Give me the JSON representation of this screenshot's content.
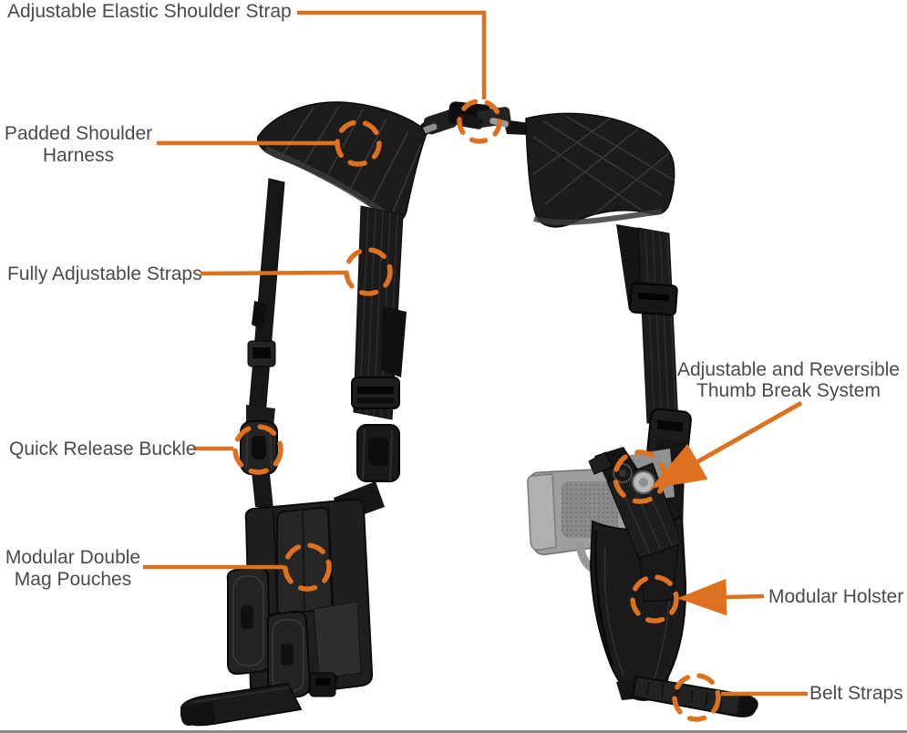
{
  "image": {
    "background": "#ffffff",
    "accent_color": "#de711f",
    "label_text_color": "#4a4a4a",
    "bottom_edge_color": "#8c8c8c",
    "product_colors": {
      "fabric_black": "#1b1b1b",
      "hardware_gray": "#8f8f8f",
      "pistol_gray": "#9e9e9e"
    }
  },
  "callouts": [
    {
      "id": "adjustable-elastic-shoulder-strap",
      "label": "Adjustable Elastic Shoulder Strap",
      "marker": "dashed-circle-icon",
      "arrow": false
    },
    {
      "id": "padded-shoulder-harness",
      "label": "Padded Shoulder\nHarness",
      "marker": "dashed-circle-icon",
      "arrow": false
    },
    {
      "id": "fully-adjustable-straps",
      "label": "Fully Adjustable Straps",
      "marker": "dashed-circle-icon",
      "arrow": false
    },
    {
      "id": "quick-release-buckle",
      "label": "Quick Release Buckle",
      "marker": "dashed-circle-icon",
      "arrow": false
    },
    {
      "id": "modular-double-mag-pouches",
      "label": "Modular Double\nMag Pouches",
      "marker": "dashed-circle-icon",
      "arrow": false
    },
    {
      "id": "adjustable-reversible-thumb-break-system",
      "label": "Adjustable and Reversible\nThumb Break System",
      "marker": "dashed-circle-icon",
      "arrow": true
    },
    {
      "id": "modular-holster",
      "label": "Modular Holster",
      "marker": "dashed-circle-icon",
      "arrow": true
    },
    {
      "id": "belt-straps",
      "label": "Belt Straps",
      "marker": "dashed-circle-icon",
      "arrow": false
    }
  ]
}
